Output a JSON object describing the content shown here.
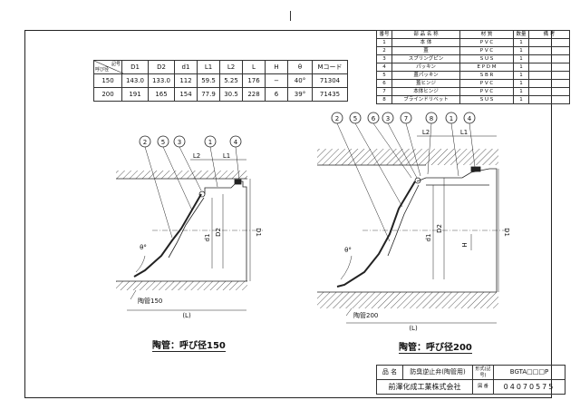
{
  "dims_table": {
    "header_top": "記号",
    "header_bottom": "呼び径",
    "columns": [
      "D1",
      "D2",
      "d1",
      "L1",
      "L2",
      "L",
      "H",
      "θ",
      "Mコード"
    ],
    "rows": [
      {
        "size": "150",
        "values": [
          "143.0",
          "133.0",
          "112",
          "59.5",
          "5.25",
          "176",
          "−",
          "40°",
          "71304"
        ]
      },
      {
        "size": "200",
        "values": [
          "191",
          "165",
          "154",
          "77.9",
          "30.5",
          "228",
          "6",
          "39°",
          "71435"
        ]
      }
    ]
  },
  "parts_table": {
    "headers": [
      "番号",
      "部 品 名 称",
      "材 質",
      "数量",
      "備 考"
    ],
    "rows": [
      {
        "no": "1",
        "name": "本 体",
        "material": "P V C",
        "qty": "1"
      },
      {
        "no": "2",
        "name": "蓋",
        "material": "P V C",
        "qty": "1"
      },
      {
        "no": "3",
        "name": "スプリングピン",
        "material": "S U S",
        "qty": "1"
      },
      {
        "no": "4",
        "name": "パッキン",
        "material": "E P D M",
        "qty": "1"
      },
      {
        "no": "5",
        "name": "蓋パッキン",
        "material": "S B R",
        "qty": "1"
      },
      {
        "no": "6",
        "name": "蓋ヒンジ",
        "material": "P V C",
        "qty": "1"
      },
      {
        "no": "7",
        "name": "本体ヒンジ",
        "material": "P V C",
        "qty": "1"
      },
      {
        "no": "8",
        "name": "ブラインドリベット",
        "material": "S U S",
        "qty": "1"
      }
    ]
  },
  "title_block": {
    "name_label": "品 名",
    "name_value": "防臭逆止弁(陶管用)",
    "model_label": "形式(記号)",
    "model_value": "BGTA□□□P",
    "company": "前澤化成工業株式会社",
    "drawing_no_label": "図 番",
    "drawing_no": "04070575"
  },
  "left_drawing": {
    "caption": "陶管：呼び径150",
    "pipe_label": "陶管150",
    "callouts": [
      "2",
      "5",
      "3",
      "1",
      "4"
    ],
    "dim_labels": {
      "L": "(L)",
      "L1": "L1",
      "L2": "L2",
      "D1": "D1",
      "D2": "D2",
      "d1": "d1",
      "theta": "θ°"
    }
  },
  "right_drawing": {
    "caption": "陶管：呼び径200",
    "pipe_label": "陶管200",
    "callouts": [
      "2",
      "5",
      "6",
      "3",
      "7",
      "8",
      "1",
      "4"
    ],
    "dim_labels": {
      "L": "(L)",
      "L1": "L1",
      "L2": "L2",
      "D1": "D1",
      "D2": "D2",
      "d1": "d1",
      "H": "H",
      "theta": "θ°"
    }
  }
}
